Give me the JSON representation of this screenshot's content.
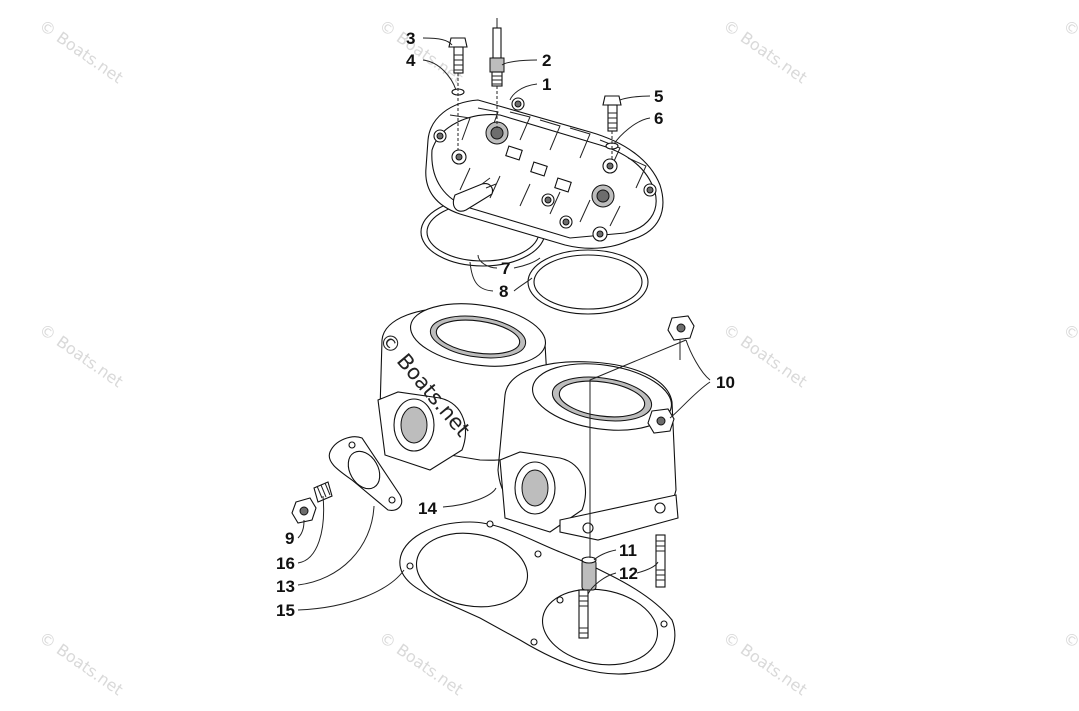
{
  "watermark": {
    "text": "© Boats.net",
    "color": "#d9d9d9",
    "center_text_color": "#222222"
  },
  "callouts": [
    {
      "id": "c3",
      "label": "3"
    },
    {
      "id": "c4",
      "label": "4"
    },
    {
      "id": "c2",
      "label": "2"
    },
    {
      "id": "c1",
      "label": "1"
    },
    {
      "id": "c5",
      "label": "5"
    },
    {
      "id": "c6",
      "label": "6"
    },
    {
      "id": "c7",
      "label": "7"
    },
    {
      "id": "c8",
      "label": "8"
    },
    {
      "id": "c10",
      "label": "10"
    },
    {
      "id": "c14",
      "label": "14"
    },
    {
      "id": "c9",
      "label": "9"
    },
    {
      "id": "c16",
      "label": "16"
    },
    {
      "id": "c13",
      "label": "13"
    },
    {
      "id": "c15",
      "label": "15"
    },
    {
      "id": "c11",
      "label": "11"
    },
    {
      "id": "c12",
      "label": "12"
    }
  ]
}
